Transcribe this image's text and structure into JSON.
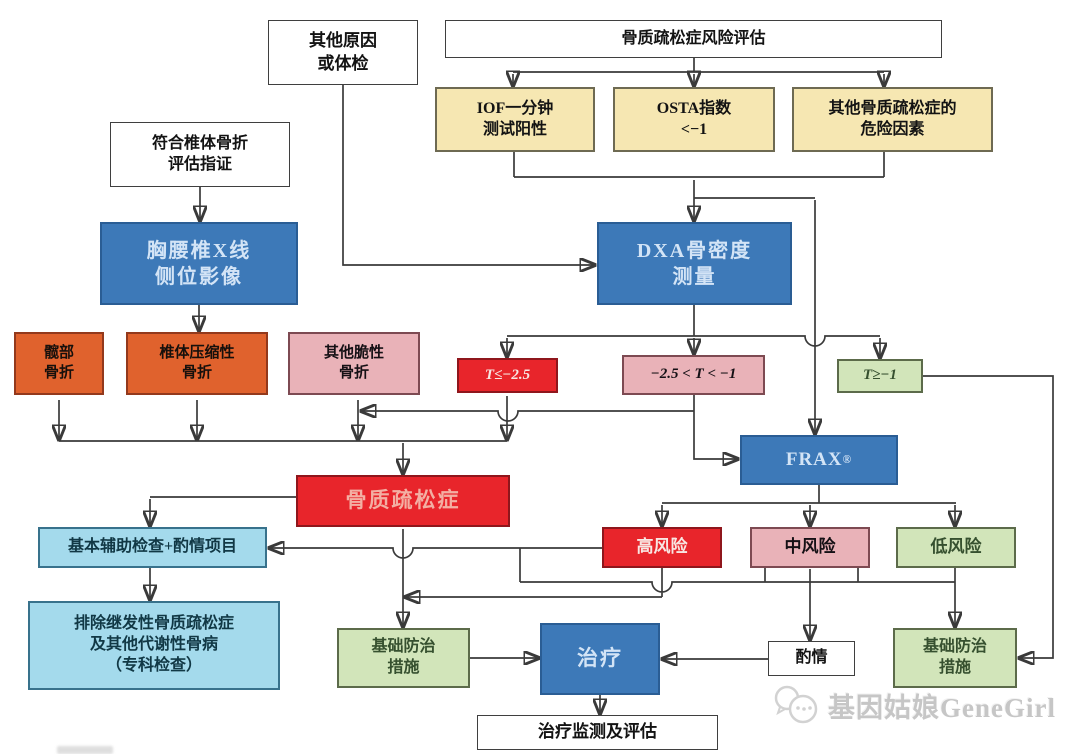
{
  "palette": {
    "box_white": "#ffffff",
    "box_yellow": "#f6e7b2",
    "box_blue": "#3d79b8",
    "box_orange": "#e0622d",
    "box_pink": "#e9b2b8",
    "box_red": "#e8252b",
    "box_green": "#d2e5ba",
    "box_lightblue": "#a4daec",
    "line": "#3a3a3a",
    "watermark_gray": "#c6c6c6"
  },
  "nodes": {
    "other_cause": {
      "label": "其他原因\n或体检"
    },
    "risk_assessment": {
      "label": "骨质疏松症风险评估"
    },
    "iof": {
      "label": "IOF一分钟\n测试阳性"
    },
    "osta": {
      "label": "OSTA指数\n<−1"
    },
    "risk_factors": {
      "label": "其他骨质疏松症的\n危险因素"
    },
    "vfa_criteria": {
      "label": "符合椎体骨折\n评估指证"
    },
    "spine_xray": {
      "label": "胸腰椎X线\n侧位影像"
    },
    "dxa": {
      "label": "DXA骨密度\n测量"
    },
    "hip_fracture": {
      "label": "髋部\n骨折"
    },
    "vertebral_fracture": {
      "label": "椎体压缩性\n骨折"
    },
    "other_fragility_fracture": {
      "label": "其他脆性\n骨折"
    },
    "t_le_minus25": {
      "label": "T≤−2.5"
    },
    "t_between": {
      "label": "−2.5 < T < −1"
    },
    "t_ge_minus1": {
      "label": "T≥−1"
    },
    "frax": {
      "label": "FRAX",
      "sup": "®"
    },
    "osteoporosis": {
      "label": "骨质疏松症"
    },
    "basic_aux_exam": {
      "label": "基本辅助检查+酌情项目"
    },
    "high_risk": {
      "label": "高风险"
    },
    "mid_risk": {
      "label": "中风险"
    },
    "low_risk": {
      "label": "低风险"
    },
    "exclude_secondary": {
      "label": "排除继发性骨质疏松症\n及其他代谢性骨病\n（专科检查）"
    },
    "basic_care_left": {
      "label": "基础防治\n措施"
    },
    "treatment": {
      "label": "治疗"
    },
    "as_appropriate": {
      "label": "酌情"
    },
    "basic_care_right": {
      "label": "基础防治\n措施"
    },
    "monitoring": {
      "label": "治疗监测及评估"
    }
  },
  "edges": [
    {
      "from": "risk_assessment",
      "to": "iof"
    },
    {
      "from": "risk_assessment",
      "to": "osta"
    },
    {
      "from": "risk_assessment",
      "to": "risk_factors"
    },
    {
      "from": "iof",
      "to": "dxa"
    },
    {
      "from": "osta",
      "to": "dxa"
    },
    {
      "from": "risk_factors",
      "to": "dxa"
    },
    {
      "from": "iof_osta_risk_factors_merge",
      "to": "frax"
    },
    {
      "from": "other_cause",
      "to": "dxa"
    },
    {
      "from": "vfa_criteria",
      "to": "spine_xray"
    },
    {
      "from": "spine_xray",
      "to": "vertebral_fracture"
    },
    {
      "from": "dxa",
      "to": "t_le_minus25"
    },
    {
      "from": "dxa",
      "to": "t_between"
    },
    {
      "from": "dxa",
      "to": "t_ge_minus1"
    },
    {
      "from": "t_between",
      "to": "frax"
    },
    {
      "from": "t_between",
      "to": "other_fragility_fracture"
    },
    {
      "from": "hip_fracture",
      "to": "osteoporosis"
    },
    {
      "from": "vertebral_fracture",
      "to": "osteoporosis"
    },
    {
      "from": "other_fragility_fracture",
      "to": "osteoporosis"
    },
    {
      "from": "t_le_minus25",
      "to": "osteoporosis"
    },
    {
      "from": "t_ge_minus1",
      "to": "basic_care_right"
    },
    {
      "from": "frax",
      "to": "high_risk"
    },
    {
      "from": "frax",
      "to": "mid_risk"
    },
    {
      "from": "frax",
      "to": "low_risk"
    },
    {
      "from": "osteoporosis",
      "to": "basic_aux_exam"
    },
    {
      "from": "osteoporosis",
      "to": "basic_care_left"
    },
    {
      "from": "high_risk",
      "to": "basic_aux_exam"
    },
    {
      "from": "high_risk",
      "to": "basic_care_left"
    },
    {
      "from": "mid_risk",
      "to": "basic_aux_exam"
    },
    {
      "from": "mid_risk",
      "to": "as_appropriate"
    },
    {
      "from": "mid_risk",
      "to": "basic_care_right"
    },
    {
      "from": "low_risk",
      "to": "basic_care_right"
    },
    {
      "from": "basic_aux_exam",
      "to": "exclude_secondary"
    },
    {
      "from": "basic_care_left",
      "to": "treatment"
    },
    {
      "from": "as_appropriate",
      "to": "treatment"
    },
    {
      "from": "treatment",
      "to": "monitoring"
    }
  ],
  "watermark": {
    "text": "基因姑娘GeneGirl"
  }
}
